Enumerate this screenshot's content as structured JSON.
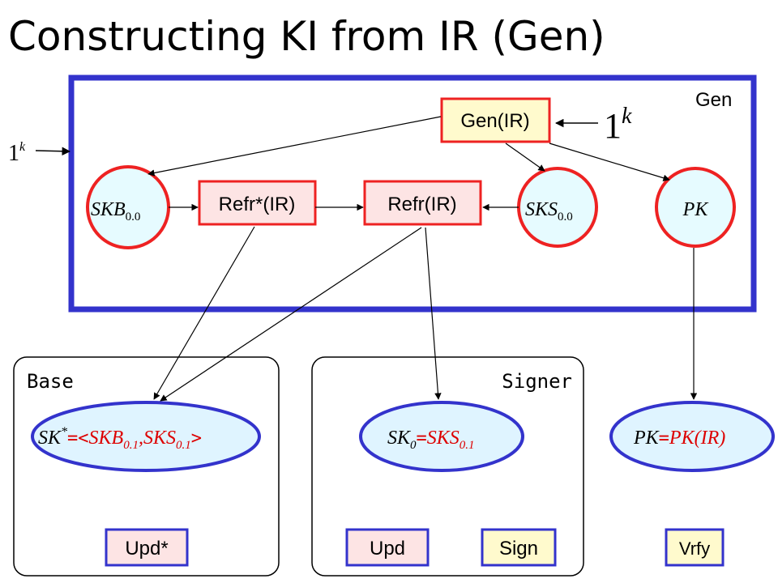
{
  "title": "Constructing KI from IR (Gen)",
  "colors": {
    "gen_border": "#3333cc",
    "circle_border": "#ee2222",
    "circle_fill": "#e6fbff",
    "box_border": "#ee2222",
    "gen_box_fill": "#fffacd",
    "refr_fill": "#fde4e4",
    "ellipse_fill": "#dff4ff",
    "ellipse_border": "#3333cc",
    "highlight_red": "#dd0000"
  },
  "gen_panel": {
    "label": "Gen"
  },
  "input_left": {
    "base": "1",
    "exp": "k"
  },
  "input_right": {
    "base": "1",
    "exp": "k"
  },
  "gen_box": {
    "label": "Gen(IR)"
  },
  "circles": {
    "skb": {
      "base": "SKB",
      "sub": "0.0"
    },
    "sks": {
      "base": "SKS",
      "sub": "0.0"
    },
    "pk": {
      "label": "PK"
    }
  },
  "refr_star": {
    "label": "Refr*(IR)"
  },
  "refr": {
    "label": "Refr(IR)"
  },
  "base_panel": {
    "label": "Base",
    "ellipse": {
      "lhs": "SK",
      "sup": "*",
      "eq": "=<",
      "a": "SKB",
      "a_sub": "0.1",
      "comma": ",",
      "b": "SKS",
      "b_sub": "0.1",
      "close": ">"
    },
    "button": "Upd*"
  },
  "signer_panel": {
    "label": "Signer",
    "ellipse": {
      "lhs": "SK",
      "lhs_sub": "0",
      "eq": "=",
      "rhs": "SKS",
      "rhs_sub": "0.1"
    },
    "buttons": {
      "upd": "Upd",
      "sign": "Sign"
    }
  },
  "verifier": {
    "ellipse": {
      "lhs": "PK",
      "eq": "=",
      "rhs": "PK(IR)"
    },
    "button": "Vrfy"
  }
}
